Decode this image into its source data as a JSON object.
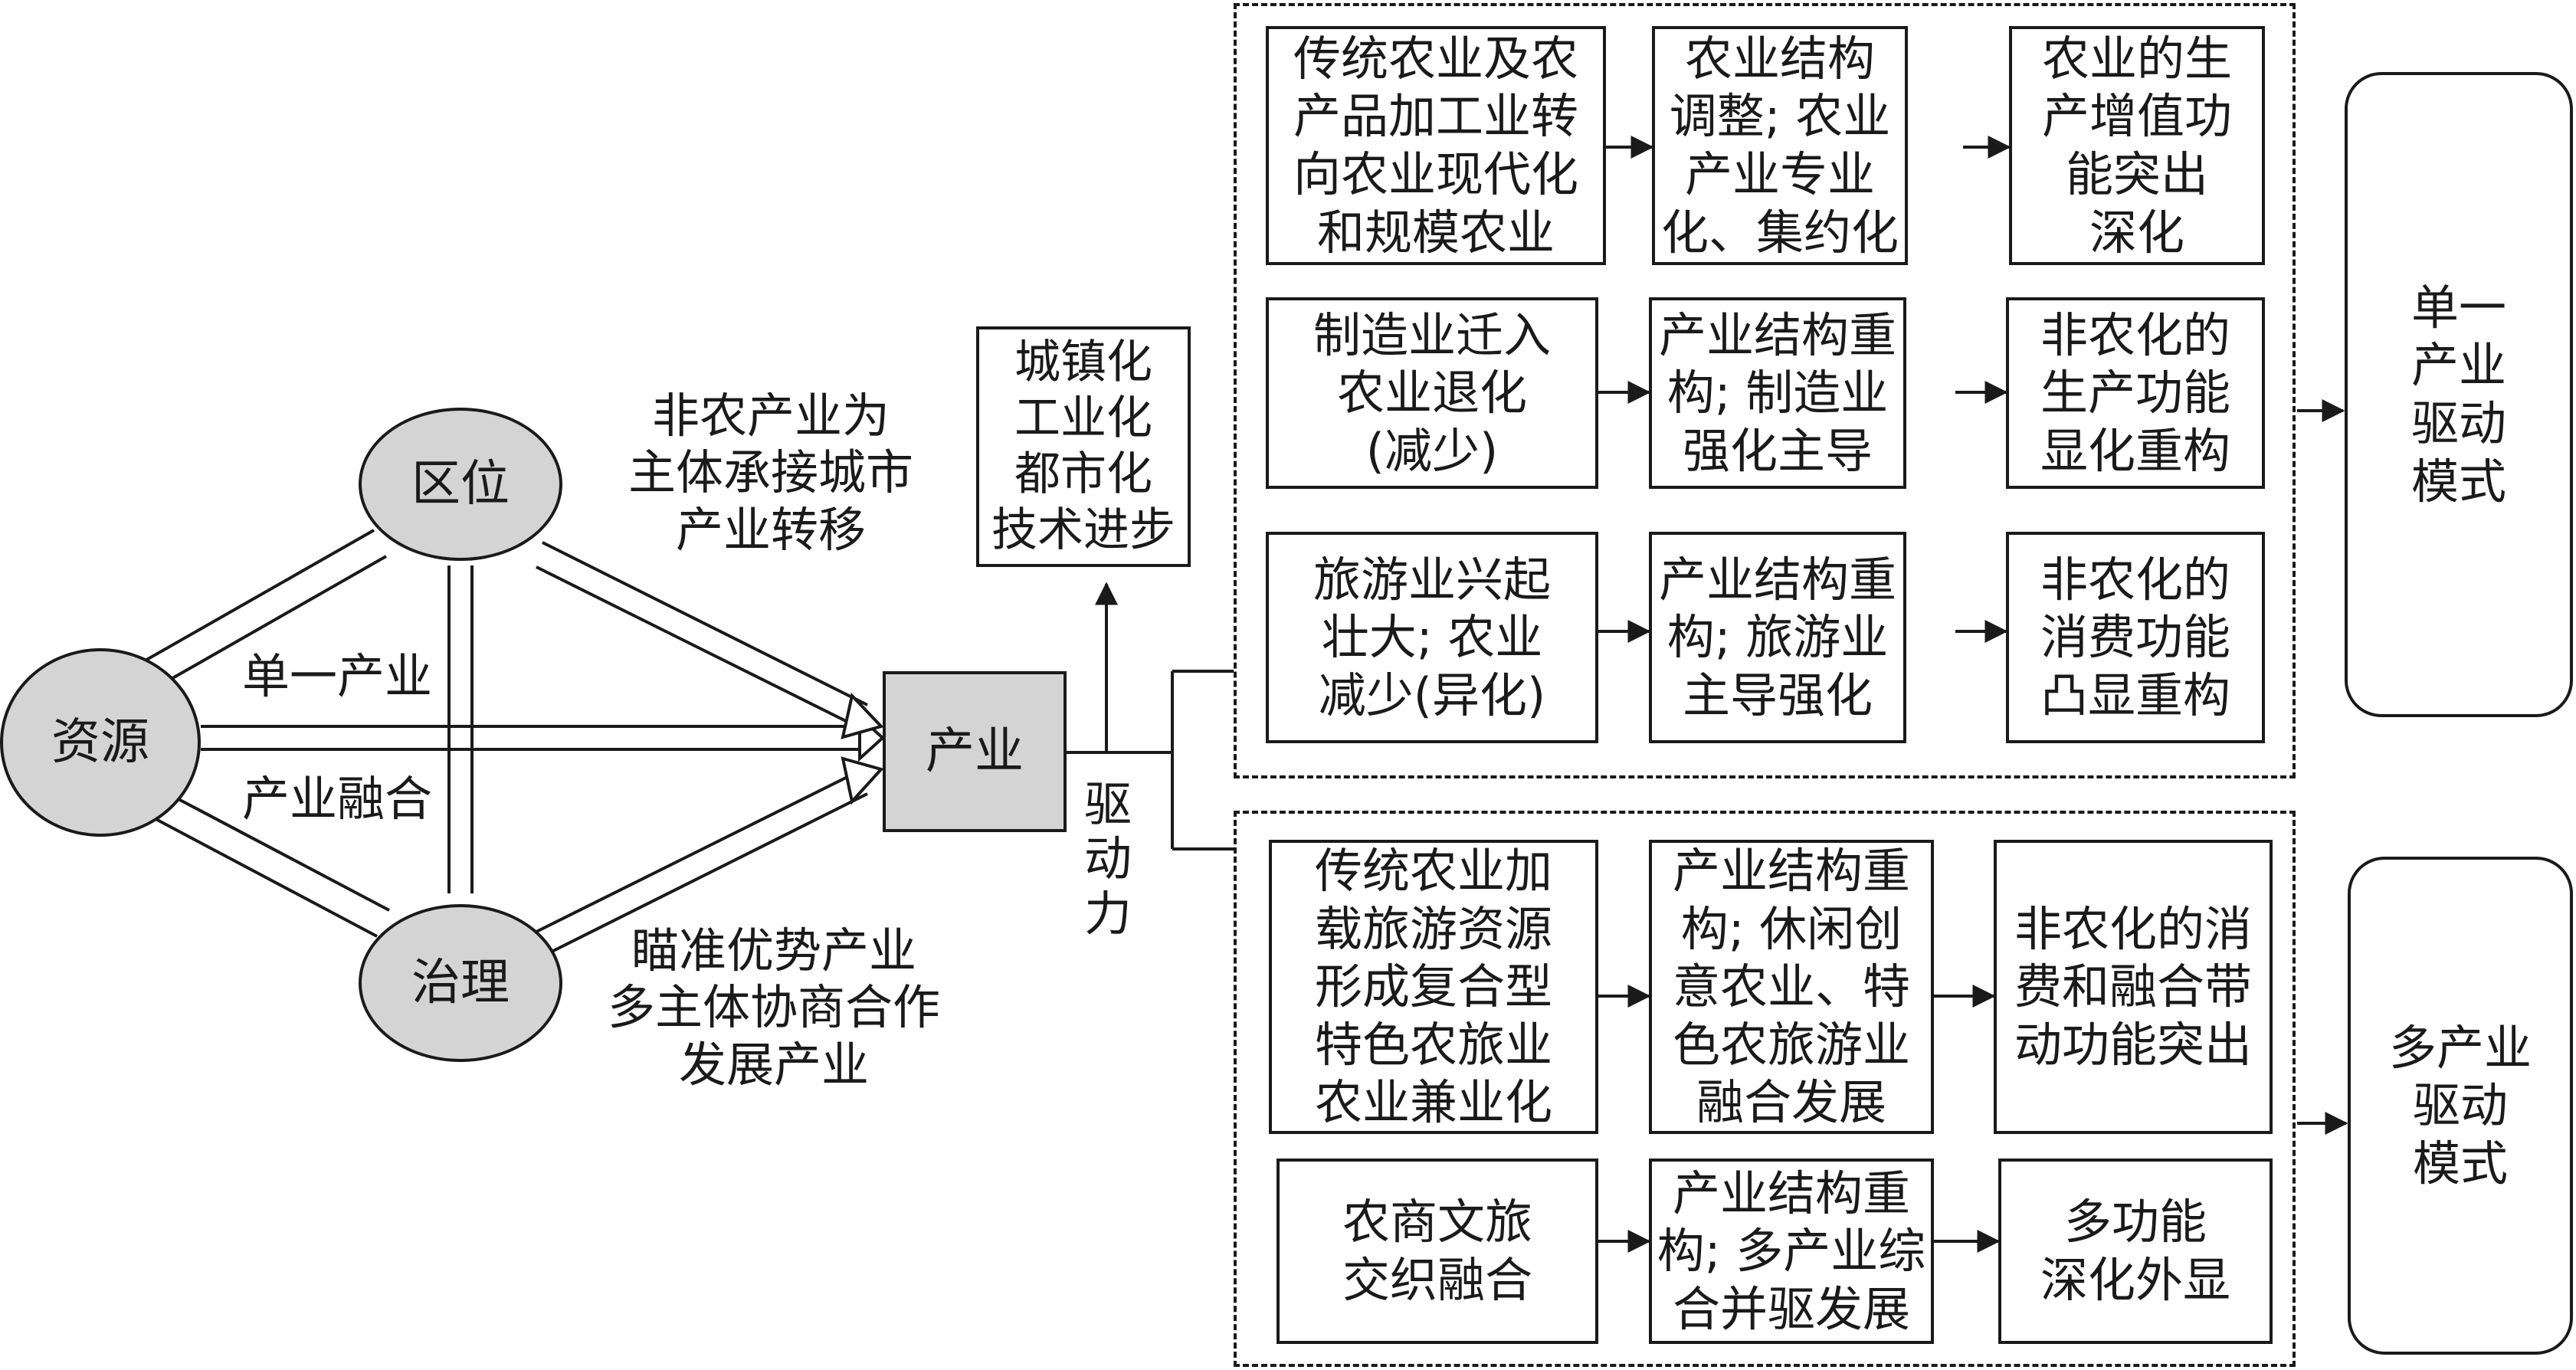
{
  "nodes": {
    "resource": "资源",
    "location": "区位",
    "governance": "治理",
    "industry": "产业"
  },
  "edge_labels": {
    "single_industry": "单一产业",
    "industry_fusion": "产业融合",
    "location_to_industry": "非农产业为\n主体承接城市\n产业转移",
    "governance_to_industry": "瞄准优势产业\n多主体协商合作\n发展产业",
    "driving_force": "驱\n动\n力"
  },
  "outcome_box": "城镇化\n工业化\n都市化\n技术进步",
  "single_industry_group": {
    "rows": [
      [
        "传统农业及农\n产品加工业转\n向农业现代化\n和规模农业",
        "农业结构\n调整; 农业\n产业专业\n化、集约化",
        "农业的生\n产增值功\n能突出\n深化"
      ],
      [
        "制造业迁入\n农业退化\n(减少)",
        "产业结构重\n构; 制造业\n强化主导",
        "非农化的\n生产功能\n显化重构"
      ],
      [
        "旅游业兴起\n壮大; 农业\n减少(异化)",
        "产业结构重\n构; 旅游业\n主导强化",
        "非农化的\n消费功能\n凸显重构"
      ]
    ],
    "mode_label": "单一\n产业\n驱动\n模式"
  },
  "multi_industry_group": {
    "rows": [
      [
        "传统农业加\n载旅游资源\n形成复合型\n特色农旅业\n农业兼业化",
        "产业结构重\n构; 休闲创\n意农业、特\n色农旅游业\n融合发展",
        "非农化的消\n费和融合带\n动功能突出"
      ],
      [
        "农商文旅\n交织融合",
        "产业结构重\n构; 多产业综\n合并驱发展",
        "多功能\n深化外显"
      ]
    ],
    "mode_label": "多产业\n驱动\n模式"
  }
}
